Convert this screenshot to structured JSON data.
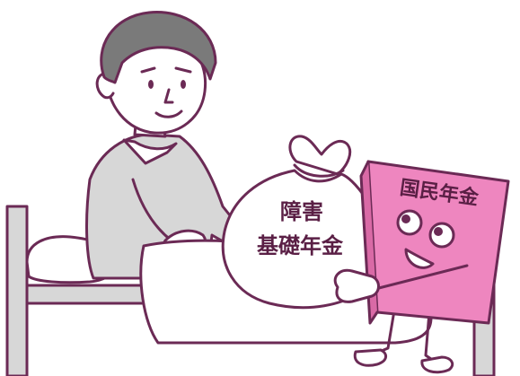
{
  "bag": {
    "line1": "障害",
    "line2": "基礎年金"
  },
  "book": {
    "title": "国民年金"
  },
  "colors": {
    "outline": "#6b2a55",
    "book_pink": "#ee86bf",
    "shirt_gray": "#d7d7d7",
    "hair_gray": "#7a7a7a",
    "white": "#ffffff"
  }
}
